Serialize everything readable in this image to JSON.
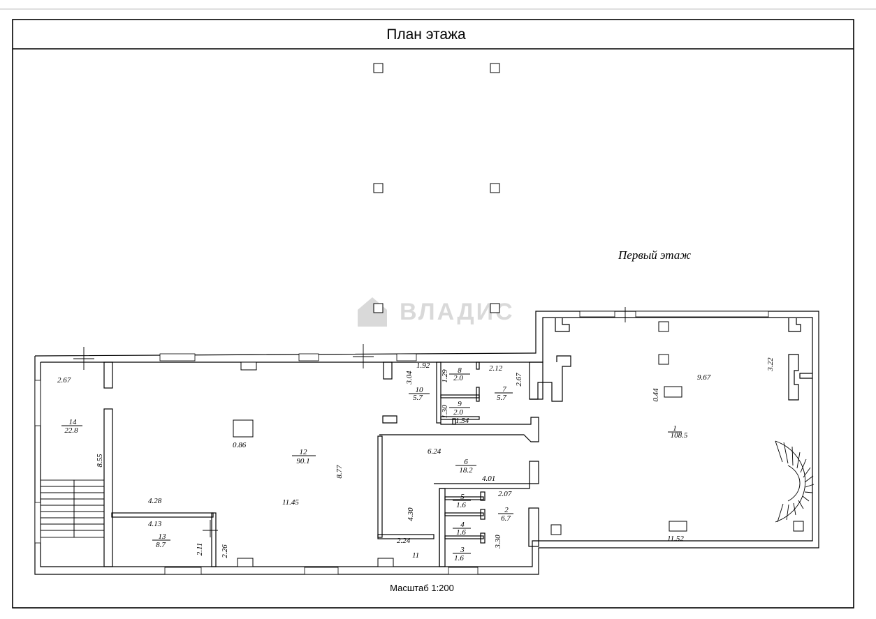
{
  "title": "План этажа",
  "floor_label": "Первый этаж",
  "scale_label": "Масштаб 1:200",
  "watermark": "ВЛАДИС",
  "rooms": [
    {
      "number": "1",
      "area": "108.5"
    },
    {
      "number": "2",
      "area": "6.7"
    },
    {
      "number": "3",
      "area": "1.6"
    },
    {
      "number": "4",
      "area": "1.6"
    },
    {
      "number": "5",
      "area": "1.6"
    },
    {
      "number": "6",
      "area": "18.2"
    },
    {
      "number": "7",
      "area": "5.7"
    },
    {
      "number": "8",
      "area": "2.0"
    },
    {
      "number": "9",
      "area": "2.0"
    },
    {
      "number": "10",
      "area": "5.7"
    },
    {
      "number": "12",
      "area": "90.1"
    },
    {
      "number": "13",
      "area": "8.7"
    },
    {
      "number": "14",
      "area": "22.8"
    }
  ],
  "dimensions": [
    "2.67",
    "8.55",
    "4.28",
    "4.13",
    "2.11",
    "2.26",
    "0.86",
    "11.45",
    "8.77",
    "3.04",
    "1.92",
    "1.29",
    "2.12",
    "2.67",
    "1.30",
    "1.54",
    "6.24",
    "4.01",
    "2.07",
    "4.30",
    "2.24",
    "11",
    "3.30",
    "0.44",
    "9.67",
    "3.22",
    "11.52"
  ]
}
